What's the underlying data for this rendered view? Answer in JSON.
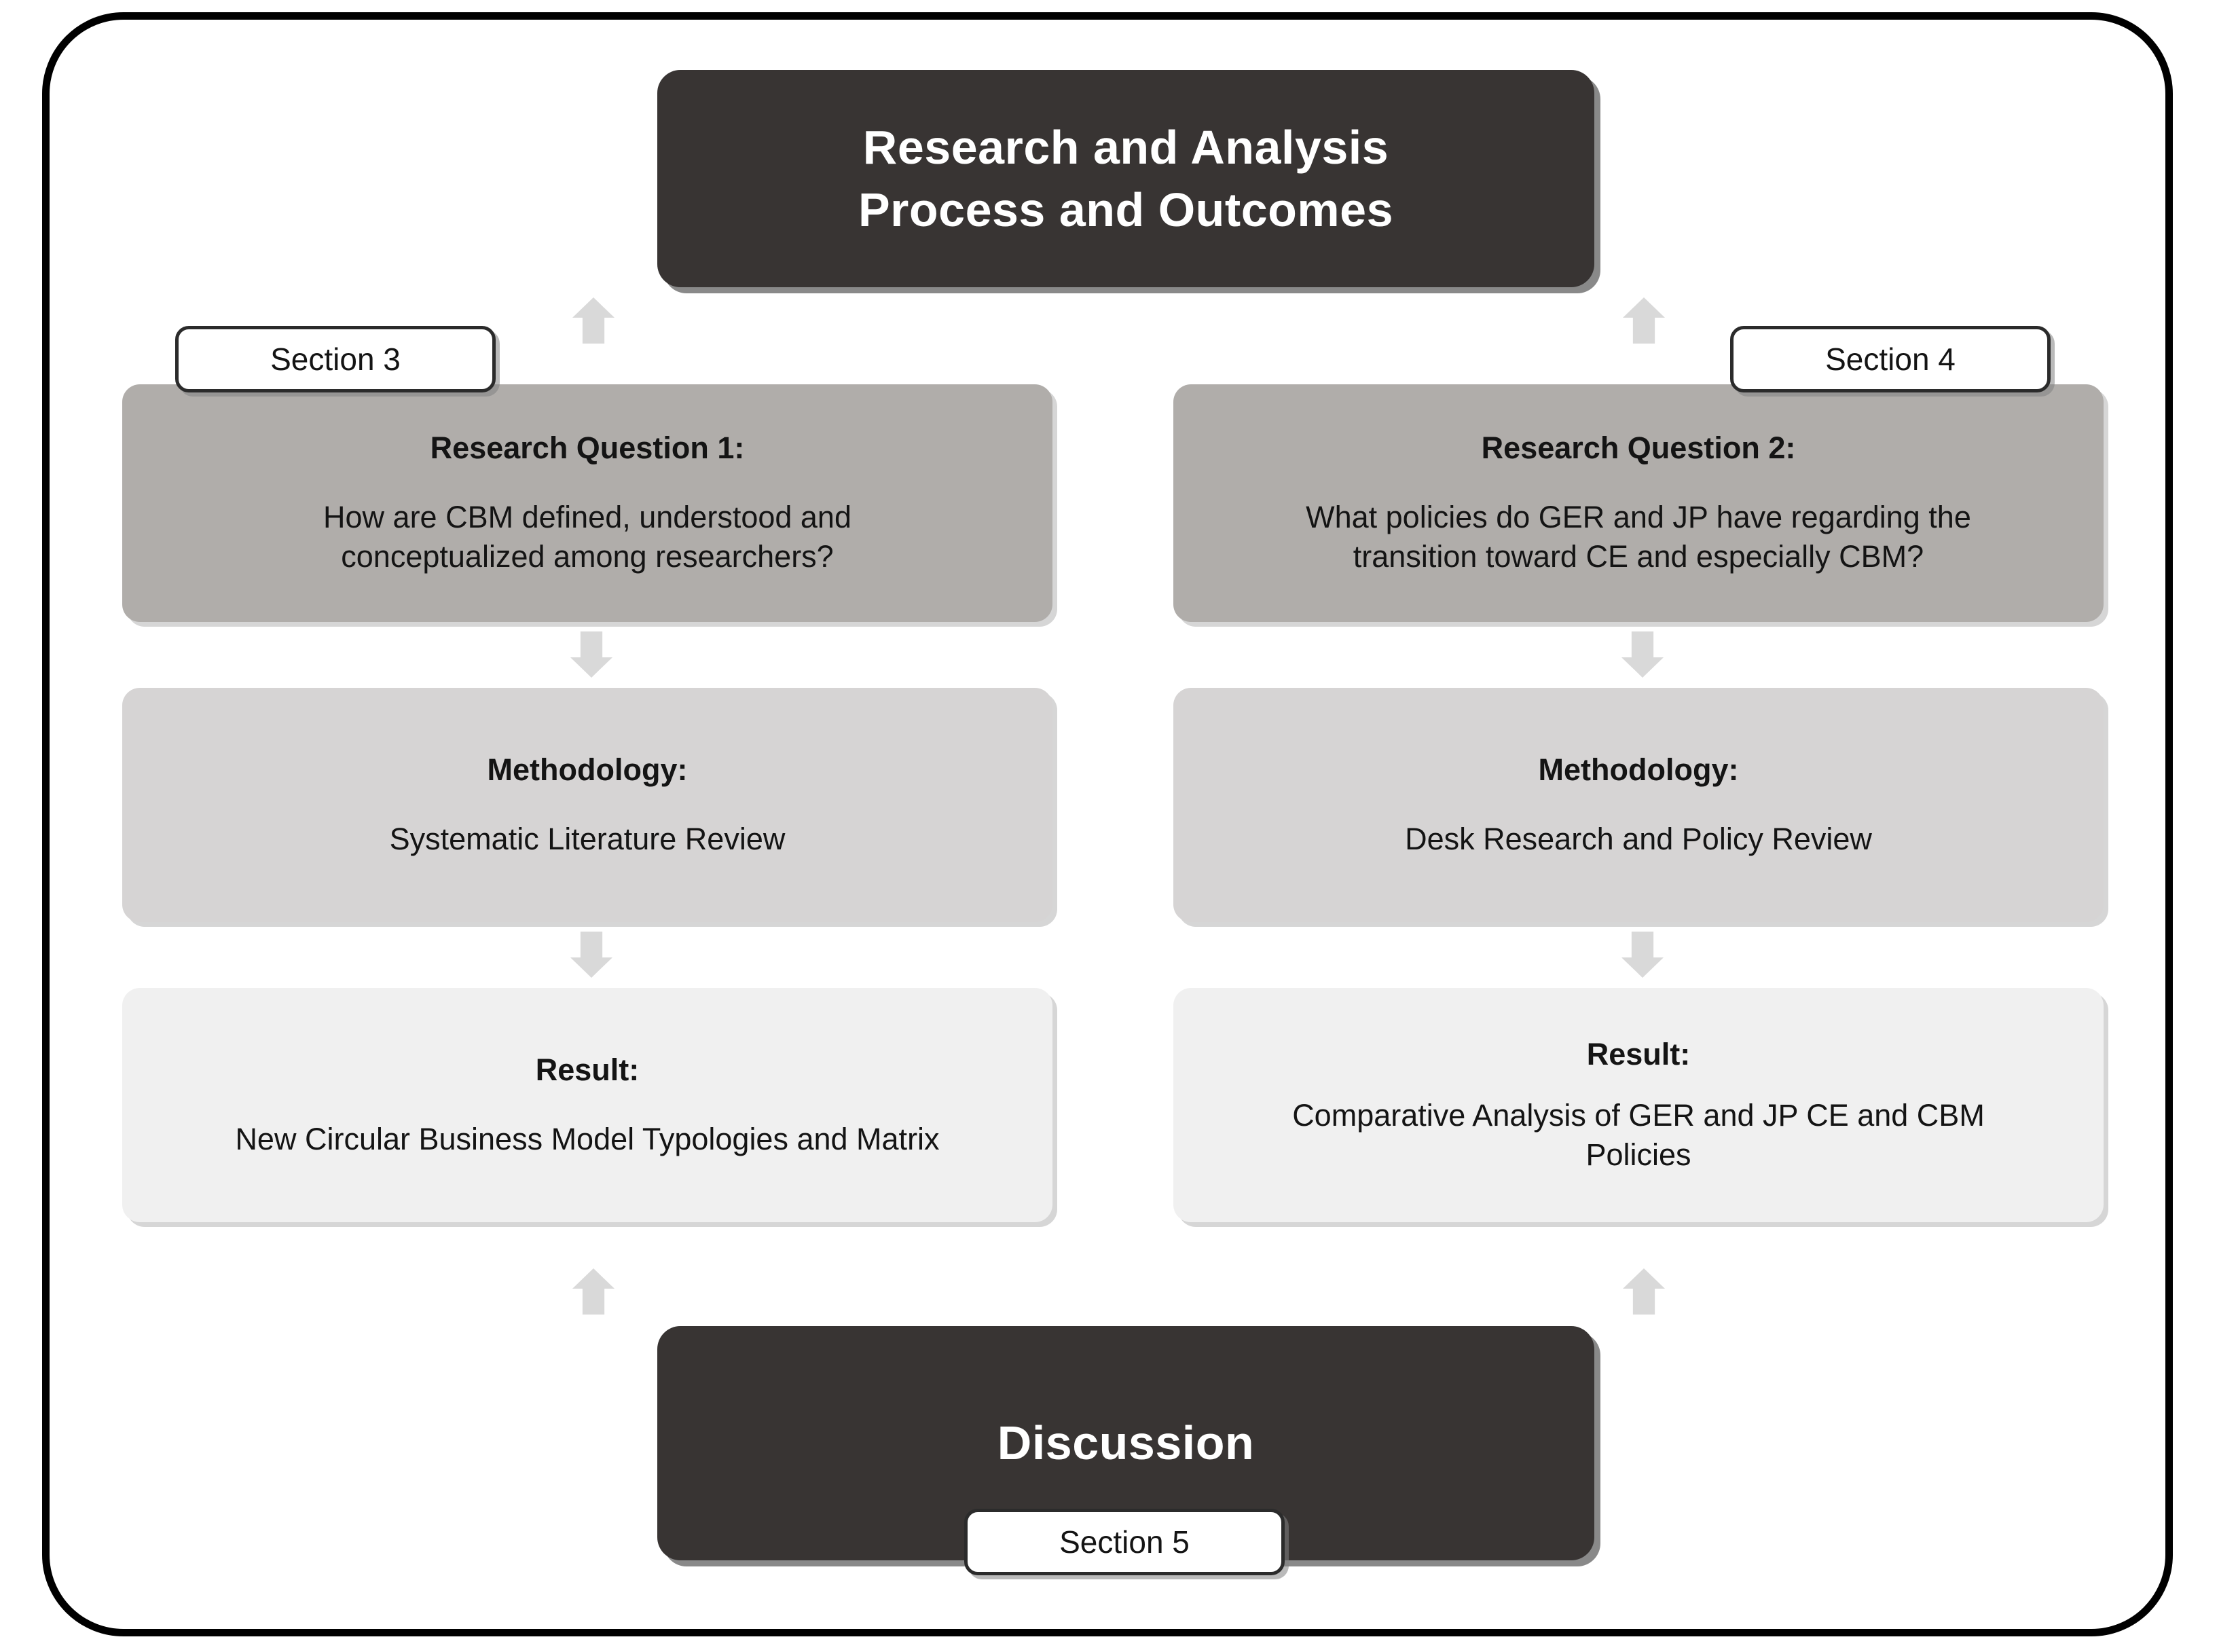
{
  "diagram": {
    "header": {
      "line1": "Research and Analysis",
      "line2": "Process and Outcomes"
    },
    "footer": {
      "label": "Discussion"
    },
    "section_tags": {
      "left": "Section 3",
      "right": "Section 4",
      "bottom": "Section 5"
    },
    "columns": [
      {
        "id": "left-column",
        "question": {
          "title": "Research Question 1:",
          "body_line1": "How are CBM defined, understood and",
          "body_line2": "conceptualized among researchers?"
        },
        "methodology": {
          "title": "Methodology:",
          "body_line1": "Systematic Literature Review",
          "body_line2": ""
        },
        "result": {
          "title": "Result:",
          "body_line1": "New Circular Business Model Typologies and Matrix",
          "body_line2": ""
        }
      },
      {
        "id": "right-column",
        "question": {
          "title": "Research Question 2:",
          "body_line1": "What policies do GER and JP have regarding the",
          "body_line2": "transition toward CE and especially CBM?"
        },
        "methodology": {
          "title": "Methodology:",
          "body_line1": "Desk Research and Policy Review",
          "body_line2": ""
        },
        "result": {
          "title": "Result:",
          "body_line1": "Comparative Analysis of GER and JP CE and CBM",
          "body_line2": "Policies"
        }
      }
    ],
    "colors": {
      "frame": "#000000",
      "dark_box": "#383433",
      "question_box": "#b0adaa",
      "methodology_box": "#d6d4d4",
      "result_box": "#f0f0f0",
      "arrow": "#d9d9d9",
      "chip_border": "#2b2b2b"
    },
    "arrows": [
      {
        "name": "arrow-rq1-to-header",
        "direction": "up"
      },
      {
        "name": "arrow-rq2-to-header",
        "direction": "up"
      },
      {
        "name": "arrow-rq1-to-method1",
        "direction": "down"
      },
      {
        "name": "arrow-rq2-to-method2",
        "direction": "down"
      },
      {
        "name": "arrow-method1-to-result1",
        "direction": "down"
      },
      {
        "name": "arrow-method2-to-result2",
        "direction": "down"
      },
      {
        "name": "arrow-result1-to-discussion",
        "direction": "up"
      },
      {
        "name": "arrow-result2-to-discussion",
        "direction": "up"
      }
    ]
  }
}
